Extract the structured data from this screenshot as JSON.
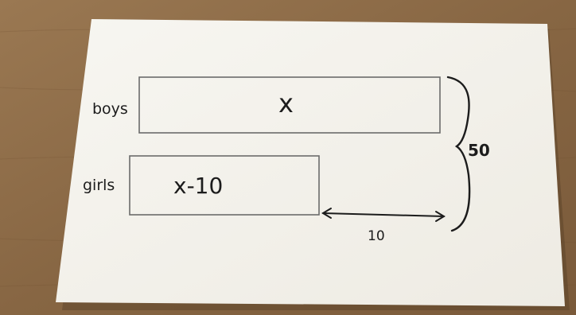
{
  "colors": {
    "table_wood": "#8a6a46",
    "paper": "#f4f2ec",
    "ink": "#1c1c1c",
    "box_stroke": "#6b6b6b"
  },
  "diagram": {
    "rows": [
      {
        "label": "boys",
        "bar_text": "x"
      },
      {
        "label": "girls",
        "bar_text": "x-10"
      }
    ],
    "total_label": "50",
    "difference_label": "10"
  }
}
